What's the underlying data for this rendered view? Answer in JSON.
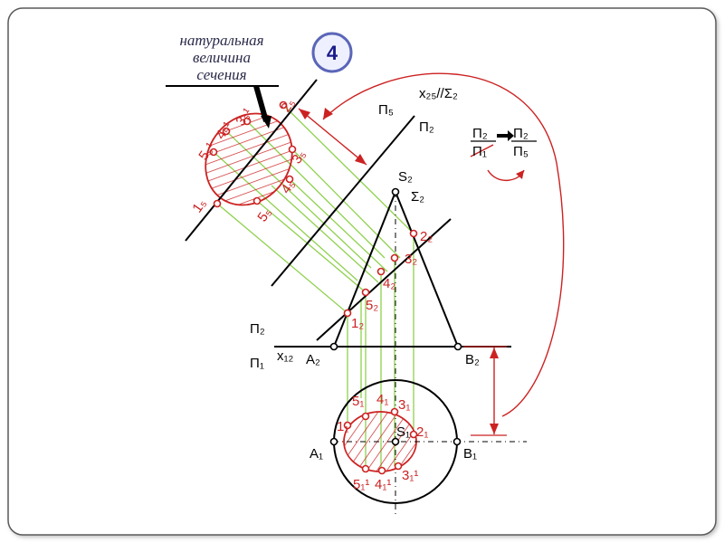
{
  "caption": {
    "line1": "натуральная",
    "line2": "величина",
    "line3": "сечения"
  },
  "step_badge": "4",
  "planes": {
    "axis_25": "x₂₅//Σ₂",
    "pi5": "Π₅",
    "pi2_upper": "Π₂",
    "pi2_lower": "Π₂",
    "pi1": "Π₁",
    "axis_12": "x₁₂",
    "sigma2": "Σ₂"
  },
  "fraction": {
    "left_num": "Π₂",
    "left_den": "Π₁",
    "right_num": "Π₂",
    "right_den": "Π₅"
  },
  "front_view": {
    "apex": "S₂",
    "left": "A₂",
    "right": "B₂",
    "points": [
      "1₂",
      "2₂",
      "3₂",
      "4₂",
      "5₂"
    ]
  },
  "top_view": {
    "apex": "S₁",
    "left": "A₁",
    "right": "B₁",
    "points": [
      "1₁",
      "2₁",
      "3₁",
      "4₁",
      "5₁",
      "3₁¹",
      "4₁¹",
      "5₁¹"
    ]
  },
  "true_section": {
    "points": [
      "1₅",
      "2₅",
      "3₅",
      "4₅",
      "5₅",
      "3₅¹",
      "4₅¹",
      "5₅¹"
    ]
  },
  "colors": {
    "frame": "#5a5a5a",
    "section": "#cc2222",
    "projection_lines": "#8fd14f",
    "geometry": "#000000",
    "badge_fill": "#eef0ff",
    "badge_stroke": "#5b66b8"
  }
}
